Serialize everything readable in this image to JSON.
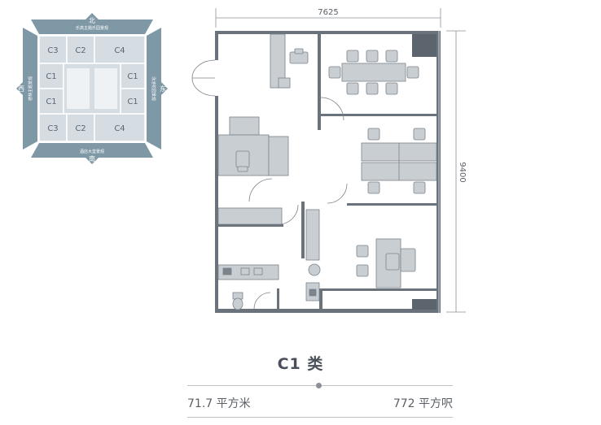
{
  "keyplan": {
    "north_label": "北",
    "south_label": "南",
    "west_label": "西",
    "east_label": "东",
    "north_text": "乐高主题乐园景观",
    "south_text": "酒店大堂景观",
    "west_text": "德林主题景观",
    "east_text": "泳池花园景观",
    "cells": {
      "top_left": "C3",
      "top_mid": "C2",
      "top_right": "C4",
      "left_1": "C1",
      "left_2": "C1",
      "right_1": "C1",
      "right_2": "C1",
      "bottom_left": "C3",
      "bottom_mid": "C2",
      "bottom_right": "C4"
    },
    "colors": {
      "band": "#7f98a6",
      "cell": "#d6dde2",
      "highlight": "#e8eef1",
      "rule": "#ffffff"
    }
  },
  "plan": {
    "width_dimension": "7625",
    "depth_dimension": "9400",
    "colors": {
      "wall": "#6a737c",
      "furniture": "#c9ced3",
      "furniture_stroke": "#7b838b",
      "corner": "#5c656e"
    }
  },
  "unit": {
    "title": "C1 类",
    "area_sqm": "71.7 平方米",
    "area_sqft": "772 平方呎"
  }
}
